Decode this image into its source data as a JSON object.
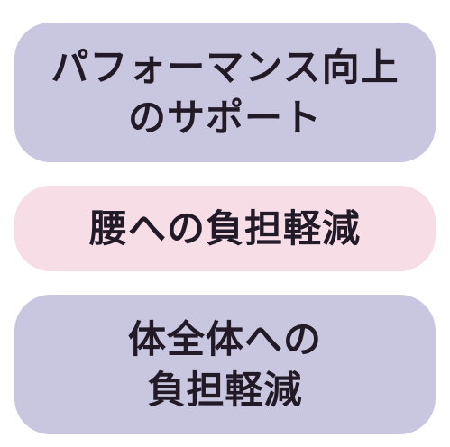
{
  "colors": {
    "pill_lavender": "#c9c6df",
    "pill_pink": "#f6dde6",
    "text": "#231a28"
  },
  "items": [
    {
      "lines": [
        "パフォーマンス向上",
        "のサポート"
      ]
    },
    {
      "lines": [
        "腰への負担軽減"
      ]
    },
    {
      "lines": [
        "体全体への",
        "負担軽減"
      ]
    }
  ]
}
